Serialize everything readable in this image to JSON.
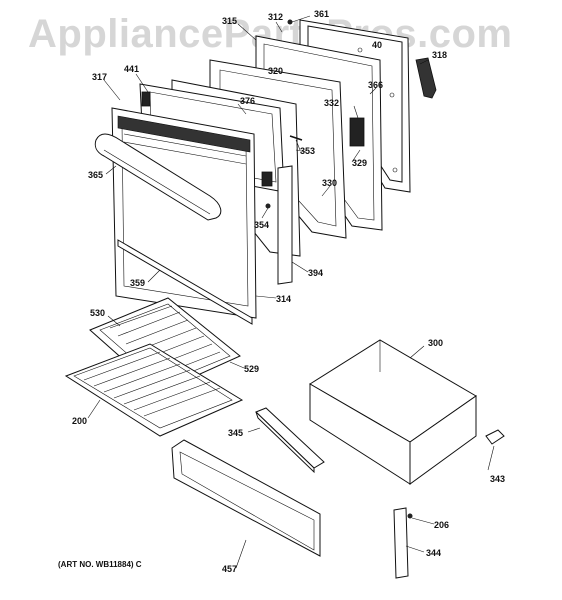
{
  "watermark": "AppliancePartsPros.com",
  "art_number": "(ART NO. WB11884) C",
  "part_labels": {
    "p315": "315",
    "p312": "312",
    "p361": "361",
    "p40": "40",
    "p318": "318",
    "p317": "317",
    "p441": "441",
    "p320": "320",
    "p366": "366",
    "p376": "376",
    "p332": "332",
    "p353": "353",
    "p329": "329",
    "p365": "365",
    "p330": "330",
    "p354": "354",
    "p394": "394",
    "p359": "359",
    "p314": "314",
    "p530": "530",
    "p300": "300",
    "p529": "529",
    "p200": "200",
    "p345": "345",
    "p343": "343",
    "p206": "206",
    "p344": "344",
    "p457": "457"
  }
}
